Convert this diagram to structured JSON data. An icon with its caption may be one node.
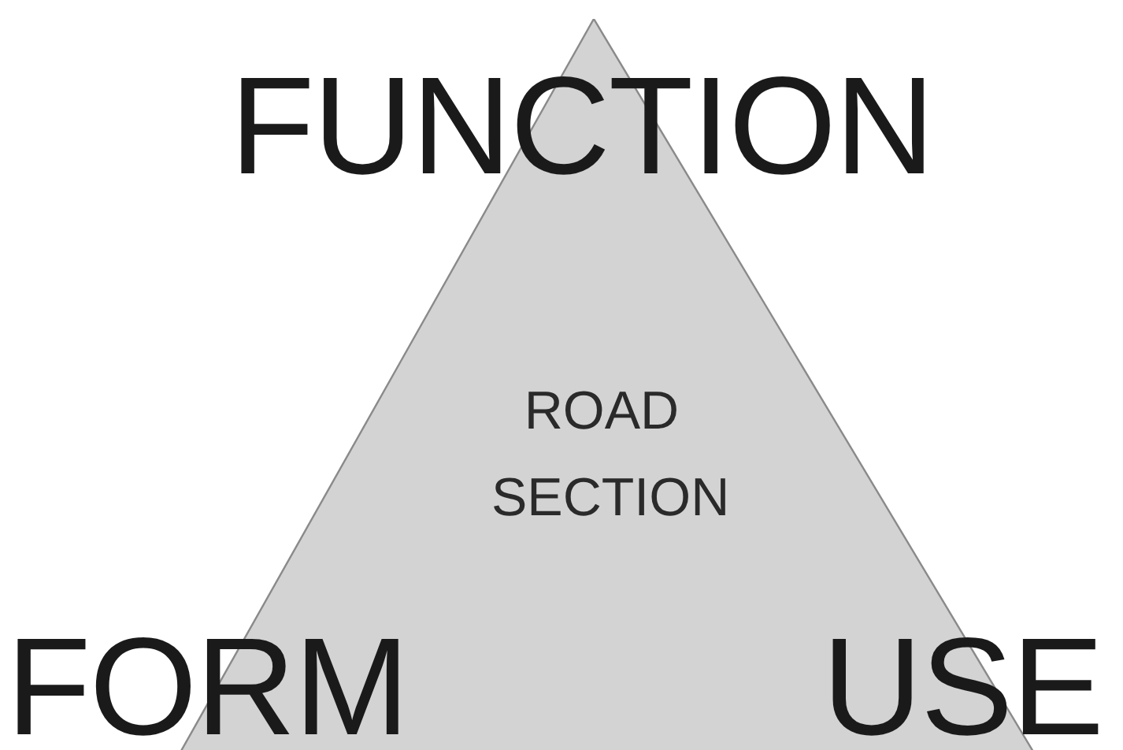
{
  "diagram": {
    "nodes": [
      {
        "text": [
          "ROAD SECTION"
        ]
      }
    ],
    "labels": [
      "FUNCTION",
      "FORM",
      "USE"
    ]
  }
}
